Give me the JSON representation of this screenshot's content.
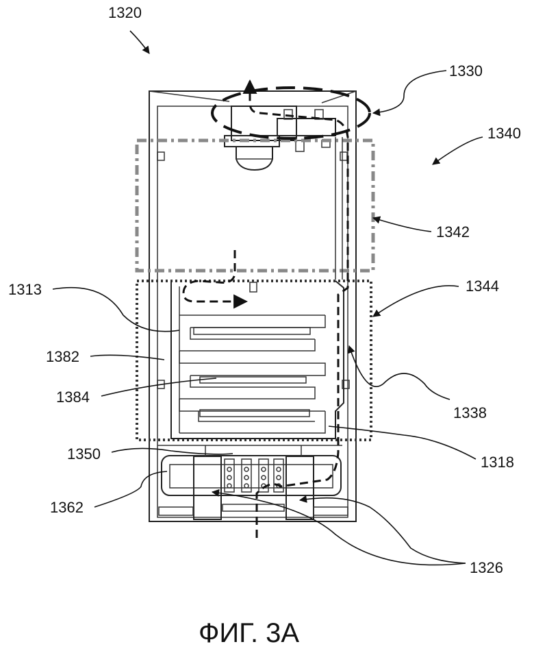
{
  "labels": {
    "l1320": "1320",
    "l1330": "1330",
    "l1340": "1340",
    "l1342": "1342",
    "l1344": "1344",
    "l1313": "1313",
    "l1382": "1382",
    "l1384": "1384",
    "l1338": "1338",
    "l1350": "1350",
    "l1318": "1318",
    "l1362": "1362",
    "l1326": "1326"
  },
  "caption": "ФИГ. 3А"
}
